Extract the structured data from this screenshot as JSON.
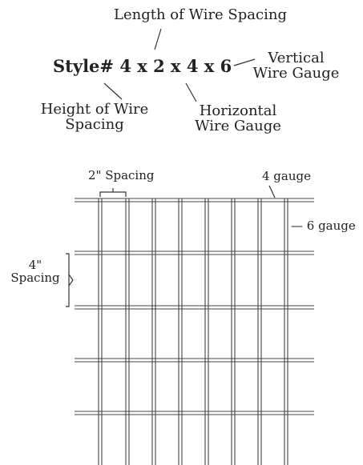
{
  "labels": {
    "length_of_wire_spacing": "Length of Wire Spacing",
    "style": "Style# 4 x 2 x 4 x 6",
    "vertical_wire_gauge": [
      "Vertical",
      "Wire Gauge"
    ],
    "height_of_wire_spacing": [
      "Height of Wire",
      "Spacing"
    ],
    "horizontal_wire_gauge": [
      "Horizontal",
      "Wire Gauge"
    ],
    "two_inch_spacing": "2\" Spacing",
    "four_gauge": "4 gauge",
    "six_gauge": "— 6 gauge",
    "four_inch": "4\"",
    "spacing": "Spacing"
  }
}
